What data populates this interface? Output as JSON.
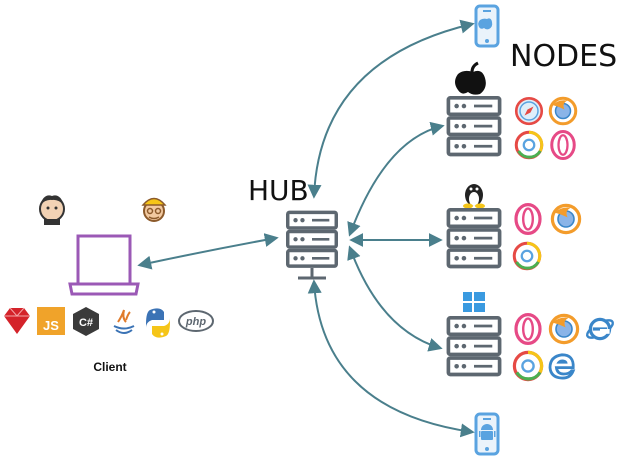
{
  "labels": {
    "hub": "HUB",
    "nodes": "NODES",
    "client": "Client"
  },
  "client_languages": [
    "ruby",
    "JS",
    "C#",
    "java",
    "python",
    "php"
  ],
  "node_platforms": [
    {
      "os": "apple-icon",
      "browsers": [
        "safari",
        "firefox",
        "chrome",
        "opera"
      ]
    },
    {
      "os": "linux-icon",
      "browsers": [
        "opera",
        "firefox",
        "chrome"
      ]
    },
    {
      "os": "windows-icon",
      "browsers": [
        "opera",
        "firefox",
        "ie",
        "chrome",
        "edge"
      ]
    }
  ],
  "devices": [
    "ios-device",
    "android-device"
  ],
  "colors": {
    "line": "#4a7f8c",
    "server": "#5d6770",
    "laptop": "#9b59b6",
    "ruby": "#d4232a",
    "js": "#f0a32a",
    "csharp": "#3a3a3a",
    "java_red": "#e07b2b",
    "python_blue": "#3b73b5",
    "python_yellow": "#f5c518",
    "php": "#5d6770",
    "phone": "#5aa3e0",
    "chrome_green": "#4caf50",
    "chrome_red": "#e64a45",
    "chrome_yellow": "#f5c518",
    "opera": "#e64a86",
    "firefox": "#f39c2b",
    "ie": "#3a86c9"
  }
}
